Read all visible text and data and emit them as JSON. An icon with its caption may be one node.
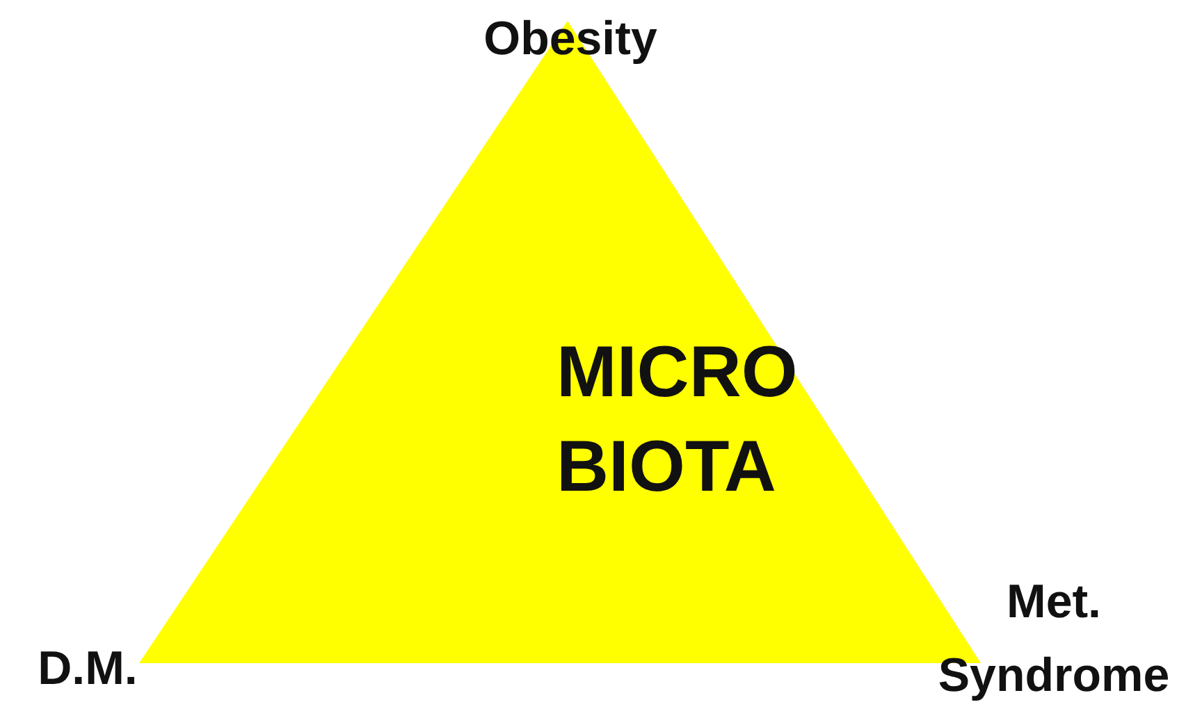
{
  "diagram": {
    "nodes": [
      {
        "text": [
          "MICRO BIOTA"
        ]
      }
    ],
    "labels": [
      "Obesity",
      "D.M.",
      "Met. Syndrome"
    ]
  }
}
